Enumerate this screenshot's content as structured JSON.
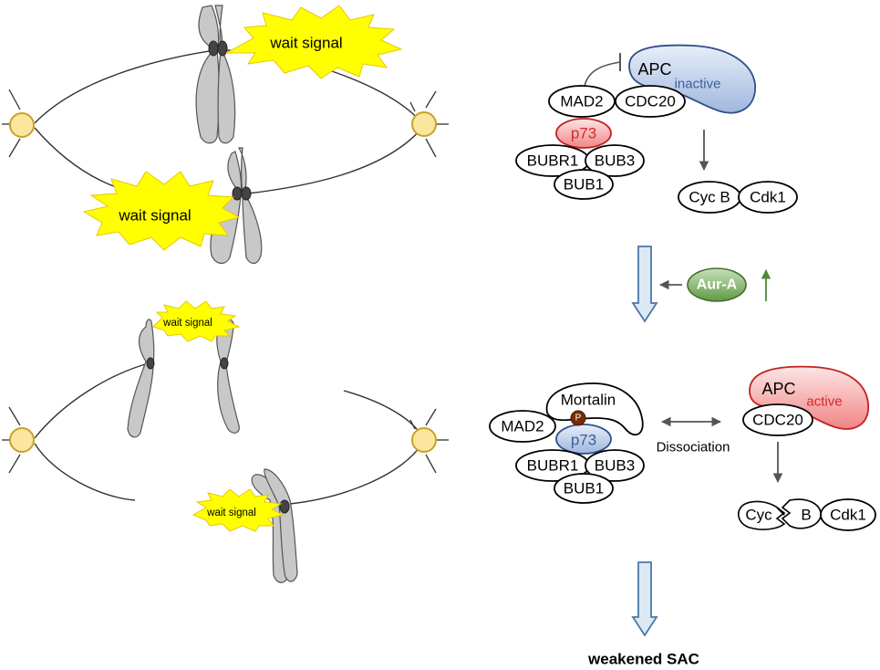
{
  "cell_top": {
    "wait_signal_upper": "wait signal",
    "wait_signal_lower": "wait signal"
  },
  "cell_bottom": {
    "wait_signal_top": "wait signal",
    "wait_signal_bottom": "wait signal"
  },
  "pathway_top": {
    "apc": "APC",
    "apc_state": "inactive",
    "mad2": "MAD2",
    "cdc20": "CDC20",
    "p73": "p73",
    "bubr1": "BUBR1",
    "bub3": "BUB3",
    "bub1": "BUB1",
    "cyc_b": "Cyc B",
    "cdk1": "Cdk1"
  },
  "regulator": {
    "aur_a": "Aur-A",
    "up_arrow": "↑"
  },
  "pathway_bottom": {
    "mortalin": "Mortalin",
    "phospho": "P",
    "mad2": "MAD2",
    "p73": "p73",
    "bubr1": "BUBR1",
    "bub3": "BUB3",
    "bub1": "BUB1",
    "dissociation": "Dissociation",
    "apc": "APC",
    "apc_state": "active",
    "cdc20": "CDC20",
    "cyc": "Cyc",
    "b": "B",
    "cdk1": "Cdk1"
  },
  "outcome": "weakened SAC",
  "colors": {
    "signal_yellow": "#ffff00",
    "apc_inactive_blue": "#4a78a8",
    "apc_active_red": "#d62828",
    "aur_a_green": "#4e8a3a",
    "p73_red": "#e03030",
    "p73_blue": "#3b5f9a"
  }
}
